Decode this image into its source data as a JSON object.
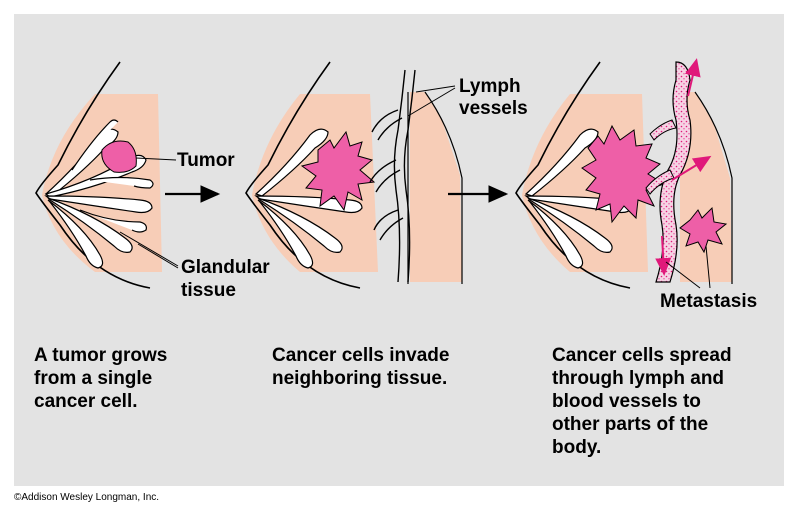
{
  "labels": {
    "tumor": "Tumor",
    "glandular_line1": "Glandular",
    "glandular_line2": "tissue",
    "lymph_line1": "Lymph",
    "lymph_line2": "vessels",
    "metastasis": "Metastasis"
  },
  "captions": {
    "stage1": "A tumor grows\nfrom a single\ncancer cell.",
    "stage2": "Cancer cells invade\nneighboring tissue.",
    "stage3": "Cancer cells spread\nthrough lymph and\nblood vessels to\nother parts of the\nbody."
  },
  "credit": "©Addison Wesley Longman, Inc.",
  "colors": {
    "panel": "#e3e3e3",
    "breast_fill": "#f7cdb7",
    "tumor": "#ee5fa7",
    "arrow_metastasis": "#e0187a",
    "outline": "#000000"
  }
}
